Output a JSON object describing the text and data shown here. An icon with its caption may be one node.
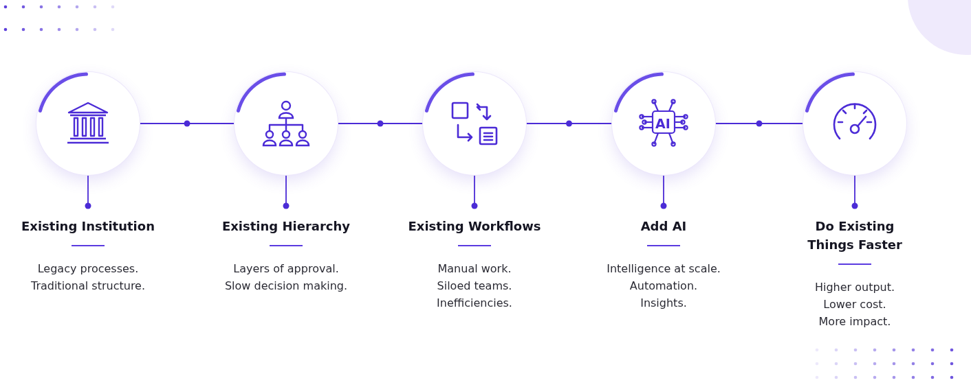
{
  "diagram": {
    "nodes": [
      {
        "text": [],
        "shape": "picture"
      },
      {
        "text": [],
        "shape": "picture"
      },
      {
        "text": [],
        "shape": "picture"
      },
      {
        "text": [],
        "shape": "picture"
      },
      {
        "text": [],
        "shape": "picture"
      },
      {
        "text": [
          "Existing Institution",
          "Legacy processes.",
          "Traditional structure."
        ]
      },
      {
        "text": [
          "Existing Hierarchy",
          "Layers of approval.",
          "Slow decision making."
        ]
      },
      {
        "text": [
          "Existing Workflows",
          "Manual work.",
          "Siloed teams.",
          "Inefficiencies."
        ]
      },
      {
        "text": [
          "Add AI",
          "Intelligence at scale.",
          "Automation.",
          "Insights."
        ]
      },
      {
        "text": [
          "Do Existing Things Faster",
          "Higher output.",
          "Lower cost.",
          "More impact."
        ]
      }
    ],
    "edges": [
      {
        "from": 0,
        "to": 1,
        "arrow": "none"
      },
      {
        "from": 1,
        "to": 2,
        "arrow": "none"
      },
      {
        "from": 2,
        "to": 3,
        "arrow": "none"
      },
      {
        "from": 3,
        "to": 4,
        "arrow": "none"
      },
      {
        "from": 0,
        "to": 5,
        "arrow": "other"
      },
      {
        "from": 1,
        "to": 6,
        "arrow": "other"
      },
      {
        "from": 2,
        "to": 7,
        "arrow": "other"
      },
      {
        "from": 3,
        "to": 8,
        "arrow": "other"
      },
      {
        "from": 4,
        "to": 9,
        "arrow": "other"
      }
    ],
    "labels": [
      "AI"
    ]
  }
}
